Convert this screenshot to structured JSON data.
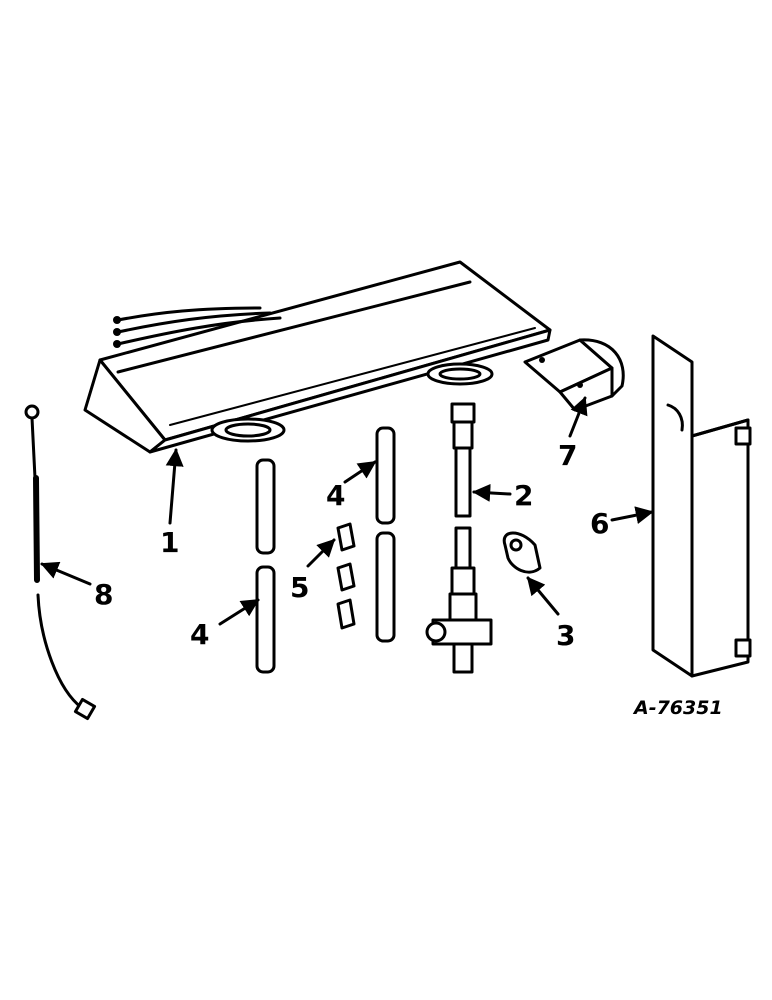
{
  "diagram": {
    "reference_code": "A-76351",
    "callouts": [
      {
        "id": "c1",
        "label": "1"
      },
      {
        "id": "c2",
        "label": "2"
      },
      {
        "id": "c3",
        "label": "3"
      },
      {
        "id": "c4a",
        "label": "4"
      },
      {
        "id": "c4b",
        "label": "4"
      },
      {
        "id": "c5",
        "label": "5"
      },
      {
        "id": "c6",
        "label": "6"
      },
      {
        "id": "c7",
        "label": "7"
      },
      {
        "id": "c8",
        "label": "8"
      }
    ]
  }
}
